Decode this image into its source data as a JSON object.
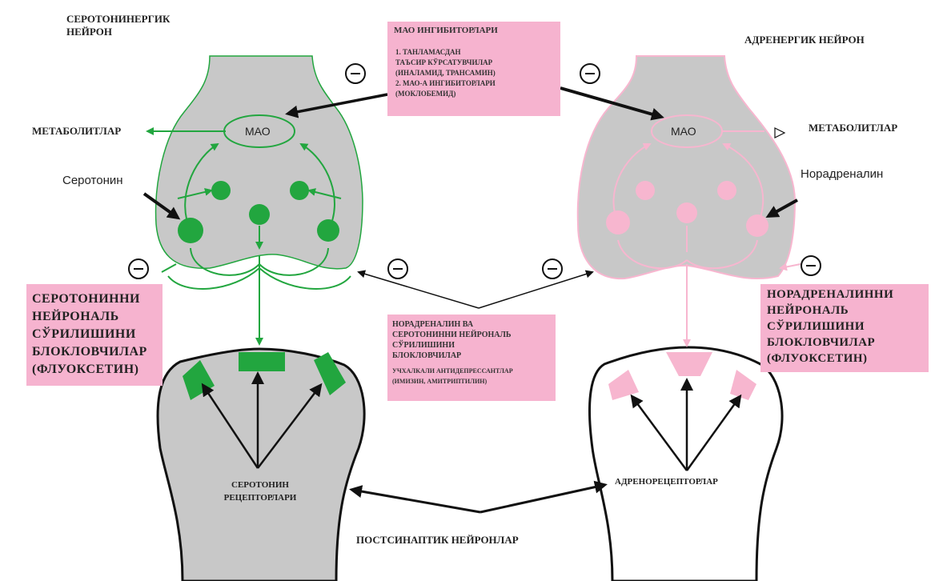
{
  "labels": {
    "serotonergic_neuron": "СЕРОТОНИНЕРГИК\nНЕЙРОН",
    "adrenergic_neuron": "АДРЕНЕРГИК НЕЙРОН",
    "metabolites_left": "МЕТАБОЛИТЛАР",
    "metabolites_right": "МЕТАБОЛИТЛАР",
    "mao_left": "МАО",
    "mao_right": "МАО",
    "serotonin": "Серотонин",
    "noradrenaline": "Норадреналин",
    "serotonin_receptors": "СЕРОТОНИН\nРЕЦЕПТОРЛАРИ",
    "adrenoreceptors": "АДРЕНОРЕЦЕПТОРЛАР",
    "postsynaptic_neurons": "ПОСТСИНАПТИК НЕЙРОНЛАР"
  },
  "boxes": {
    "mao_inhibitors_title": "МАО ИНГИБИТОРЛАРИ",
    "mao_inhibitors_body": "1. ТАНЛАМАСДАН\nТАЪСИР КЎРСАТУВЧИЛАР\n(ИНАЛАМИД, ТРАНСАМИН)\n2. МАО-А ИНГИБИТОРЛАРИ\n(МОКЛОБЕМИД)",
    "serotonin_reuptake": "СЕРОТОНИННИ\nНЕЙРОНАЛЬ\nСЎРИЛИШИНИ\nБЛОКЛОВЧИЛАР\n(ФЛУОКСЕТИН)",
    "noradrenaline_reuptake": "НОРАДРЕНАЛИННИ\nНЕЙРОНАЛЬ\nСЎРИЛИШИНИ\nБЛОКЛОВЧИЛАР\n(ФЛУОКСЕТИН)",
    "tricyclic_title": "НОРАДРЕНАЛИН ВА\nСЕРОТОНИННИ НЕЙРОНАЛЬ\nСЎРИЛИШИНИ\nБЛОКЛОВЧИЛАР",
    "tricyclic_body": "УЧХАЛКАЛИ АНТИДЕПРЕССАНТЛАР\n(ИМИЗИН, АМИТРИПТИЛИН)"
  },
  "colors": {
    "serotonin_green": "#22a63f",
    "noradrenaline_pink": "#f7b6cf",
    "neuron_gray": "#c8c8c8",
    "box_pink": "#f6b3cf"
  }
}
